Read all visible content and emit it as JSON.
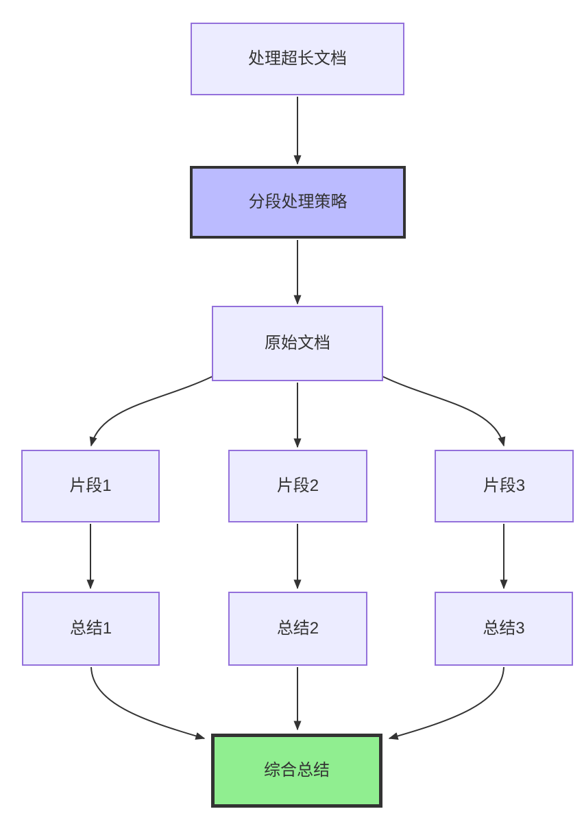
{
  "colors": {
    "background": "#ffffff",
    "node-fill": "#ECECFF",
    "node-stroke": "#9370DB",
    "highlight-fill": "#BBBBFF",
    "highlight-stroke": "#333333",
    "success-fill": "#90EE90",
    "success-stroke": "#333333",
    "edge-color": "#333333",
    "text-color": "#333333"
  },
  "diagram": {
    "type": "flowchart",
    "direction": "top-down",
    "nodes": {
      "start": {
        "label": "处理超长文档",
        "style": "default"
      },
      "strategy": {
        "label": "分段处理策略",
        "style": "highlight"
      },
      "source": {
        "label": "原始文档",
        "style": "default"
      },
      "fragment1": {
        "label": "片段1",
        "style": "default"
      },
      "fragment2": {
        "label": "片段2",
        "style": "default"
      },
      "fragment3": {
        "label": "片段3",
        "style": "default"
      },
      "summary1": {
        "label": "总结1",
        "style": "default"
      },
      "summary2": {
        "label": "总结2",
        "style": "default"
      },
      "summary3": {
        "label": "总结3",
        "style": "default"
      },
      "final": {
        "label": "综合总结",
        "style": "success"
      }
    },
    "edges": [
      {
        "from": "start",
        "to": "strategy"
      },
      {
        "from": "strategy",
        "to": "source"
      },
      {
        "from": "source",
        "to": "fragment1"
      },
      {
        "from": "source",
        "to": "fragment2"
      },
      {
        "from": "source",
        "to": "fragment3"
      },
      {
        "from": "fragment1",
        "to": "summary1"
      },
      {
        "from": "fragment2",
        "to": "summary2"
      },
      {
        "from": "fragment3",
        "to": "summary3"
      },
      {
        "from": "summary1",
        "to": "final"
      },
      {
        "from": "summary2",
        "to": "final"
      },
      {
        "from": "summary3",
        "to": "final"
      }
    ]
  }
}
